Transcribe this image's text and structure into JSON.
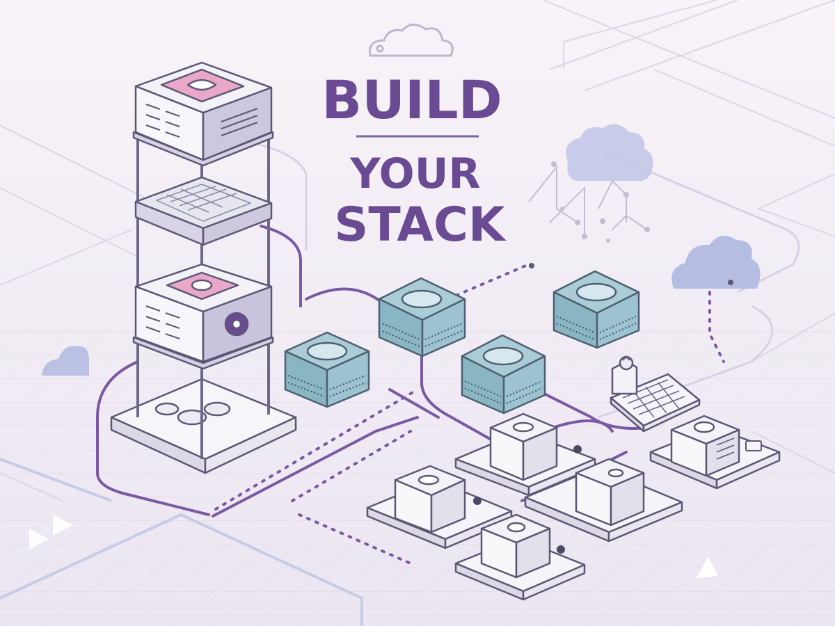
{
  "headline": {
    "line1": "BUILD",
    "line2": "YOUR",
    "line3": "STACK"
  },
  "colors": {
    "background_top": "#f7f1f7",
    "background_bottom": "#ece7f2",
    "accent_purple": "#6b4a93",
    "headline": "#6a4b93",
    "pink_panel": "#eaa7c8",
    "teal_block": "#8fbac6",
    "cloud": "#b7bfe4",
    "outline": "#5b5775",
    "white_block": "#f5f4f8"
  },
  "icons": {
    "cloud_top": "cloud-icon",
    "cloud_right": "cloud-icon",
    "cloud_left": "cloud-icon",
    "play_left": "fast-forward-icon",
    "play_right": "play-icon",
    "cloud_network": "cloud-network-icon"
  }
}
